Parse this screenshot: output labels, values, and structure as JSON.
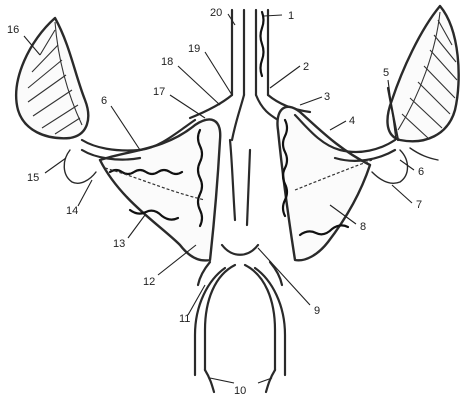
{
  "labels": {
    "l1": "1",
    "l2": "2",
    "l3": "3",
    "l4": "4",
    "l5": "5",
    "l6_left": "6",
    "l6_right": "6",
    "l7": "7",
    "l8": "8",
    "l9": "9",
    "l10": "10",
    "l11": "11",
    "l12": "12",
    "l13": "13",
    "l14": "14",
    "l15": "15",
    "l16": "16",
    "l17": "17",
    "l18": "18",
    "l19": "19",
    "l20": "20"
  }
}
